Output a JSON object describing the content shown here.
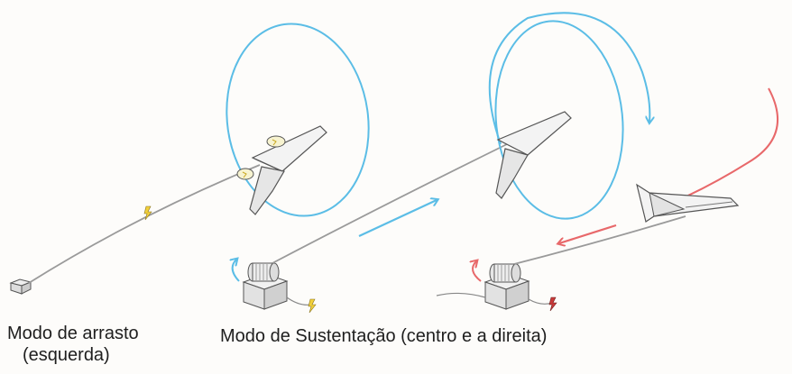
{
  "captions": {
    "drag_mode": "Modo de arrasto",
    "drag_mode_sub": "(esquerda)",
    "lift_mode": "Modo de Sustentação (centro e a direita)"
  },
  "colors": {
    "flight_path": "#5bbde6",
    "reel_in_arrow": "#e8686a",
    "tether": "#9a9a9a",
    "outline": "#555555",
    "energy_bolt": "#f2d03a",
    "energy_bolt_consumed": "#c93a3a"
  },
  "icons": {
    "energy_bolt": "lightning-icon",
    "rotation": "rotation-arrow-icon"
  }
}
